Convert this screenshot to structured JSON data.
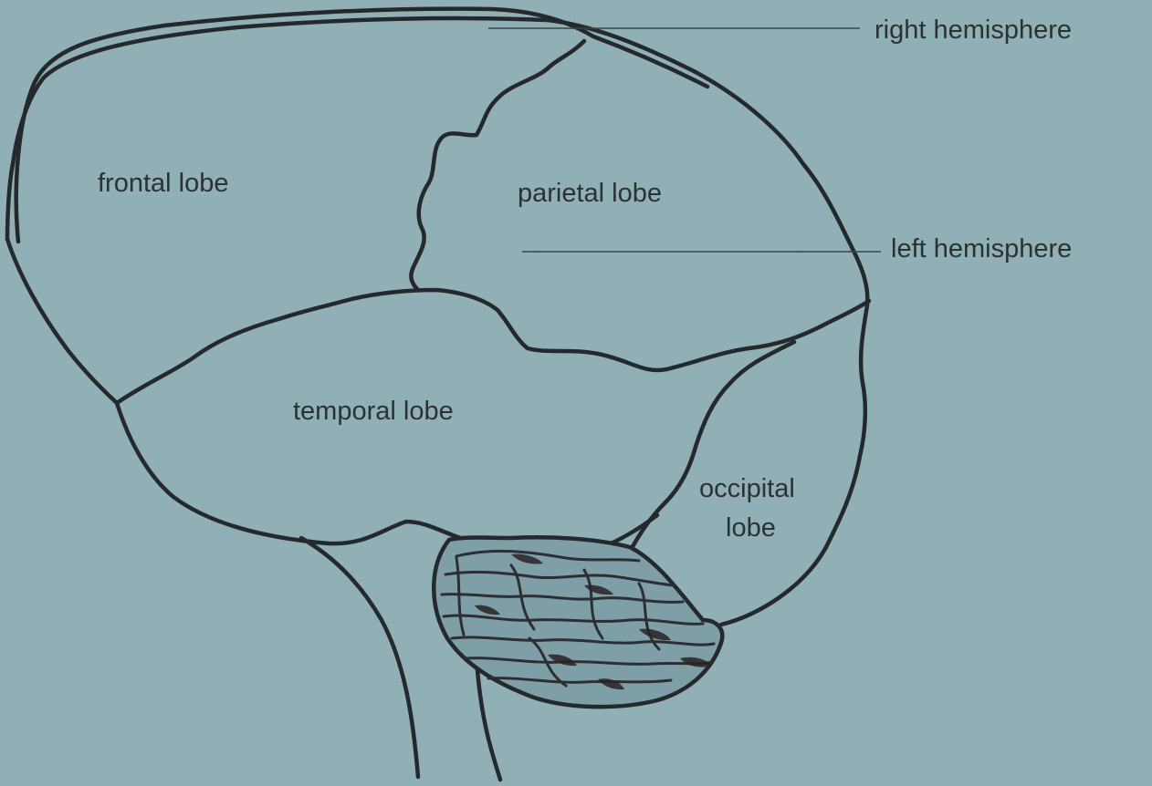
{
  "figure": {
    "background_color": "#8fb0b6",
    "line_color": "#23292c",
    "cerebellum_fill": "#7e9fa6"
  },
  "labels": {
    "right_hemisphere": "right hemisphere",
    "left_hemisphere": "left hemisphere",
    "frontal_lobe": "frontal lobe",
    "parietal_lobe": "parietal lobe",
    "temporal_lobe": "temporal lobe",
    "occipital_lobe_line1": "occipital",
    "occipital_lobe_line2": "lobe"
  }
}
